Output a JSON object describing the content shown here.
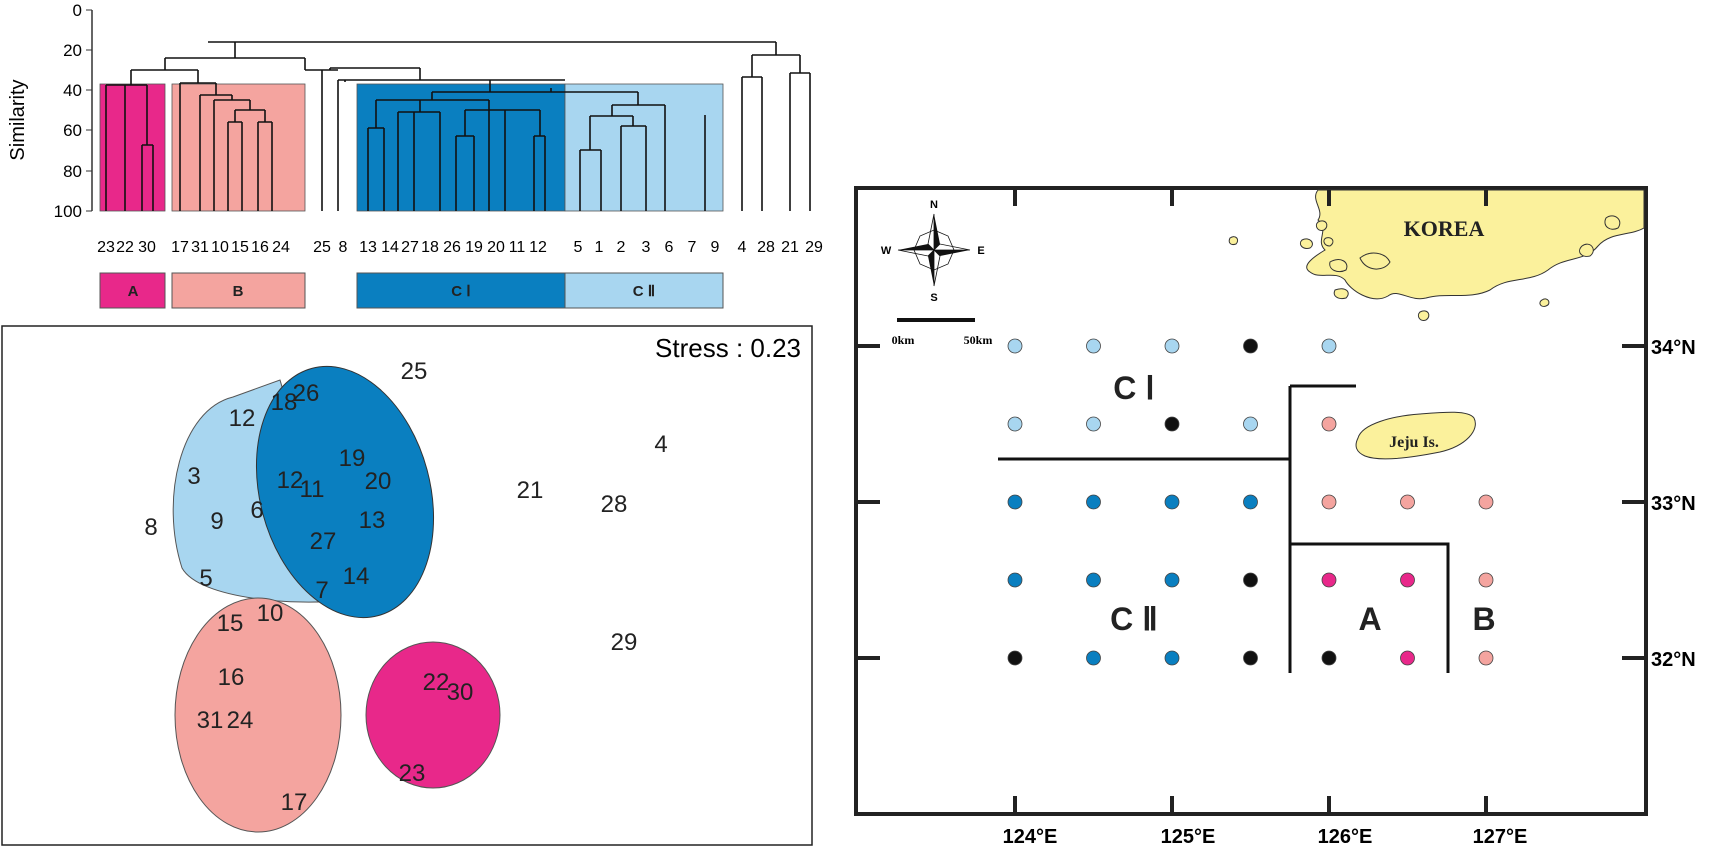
{
  "dendrogram": {
    "y_axis_label": "Similarity",
    "y_ticks": [
      "0",
      "20",
      "40",
      "60",
      "80",
      "100"
    ],
    "leaf_labels": [
      "23",
      "22",
      "30",
      "17",
      "31",
      "10",
      "15",
      "16",
      "24",
      "25",
      "8",
      "13",
      "14",
      "27",
      "18",
      "26",
      "19",
      "20",
      "11",
      "12",
      "5",
      "1",
      "2",
      "3",
      "6",
      "7",
      "9",
      "4",
      "28",
      "21",
      "29"
    ],
    "groups": [
      {
        "id": "A",
        "label": "A",
        "color": "#e8288a"
      },
      {
        "id": "B",
        "label": "B",
        "color": "#f4a49f"
      },
      {
        "id": "CI",
        "label": "C Ⅰ",
        "color": "#0a7fc0"
      },
      {
        "id": "CII",
        "label": "C Ⅱ",
        "color": "#a8d6f0"
      }
    ]
  },
  "mds": {
    "stress_label": "Stress : 0.23",
    "points": [
      {
        "label": "25"
      },
      {
        "label": "4"
      },
      {
        "label": "26"
      },
      {
        "label": "18"
      },
      {
        "label": "12"
      },
      {
        "label": "19"
      },
      {
        "label": "3"
      },
      {
        "label": "12"
      },
      {
        "label": "11"
      },
      {
        "label": "20"
      },
      {
        "label": "21"
      },
      {
        "label": "28"
      },
      {
        "label": "8"
      },
      {
        "label": "9"
      },
      {
        "label": "6"
      },
      {
        "label": "13"
      },
      {
        "label": "27"
      },
      {
        "label": "5"
      },
      {
        "label": "14"
      },
      {
        "label": "7"
      },
      {
        "label": "10"
      },
      {
        "label": "15"
      },
      {
        "label": "29"
      },
      {
        "label": "16"
      },
      {
        "label": "22"
      },
      {
        "label": "30"
      },
      {
        "label": "31"
      },
      {
        "label": "24"
      },
      {
        "label": "23"
      },
      {
        "label": "17"
      }
    ]
  },
  "map": {
    "country_label": "KOREA",
    "island_label": "Jeju Is.",
    "compass": {
      "n": "N",
      "s": "S",
      "e": "E",
      "w": "W"
    },
    "scale_labels": [
      "0km",
      "50km"
    ],
    "lat_labels": [
      "34°N",
      "33°N",
      "32°N"
    ],
    "lon_labels": [
      "124°E",
      "125°E",
      "126°E",
      "127°E"
    ],
    "region_labels": {
      "ci": "C Ⅰ",
      "cii": "C Ⅱ",
      "a": "A",
      "b": "B"
    },
    "stations": [
      {
        "lon": 124.0,
        "lat": 34.0,
        "group": "CII"
      },
      {
        "lon": 124.5,
        "lat": 34.0,
        "group": "CII"
      },
      {
        "lon": 125.0,
        "lat": 34.0,
        "group": "CII"
      },
      {
        "lon": 125.5,
        "lat": 34.0,
        "group": "none"
      },
      {
        "lon": 126.0,
        "lat": 34.0,
        "group": "CII"
      },
      {
        "lon": 124.0,
        "lat": 33.5,
        "group": "CII"
      },
      {
        "lon": 124.5,
        "lat": 33.5,
        "group": "CII"
      },
      {
        "lon": 125.0,
        "lat": 33.5,
        "group": "none"
      },
      {
        "lon": 125.5,
        "lat": 33.5,
        "group": "CII"
      },
      {
        "lon": 126.0,
        "lat": 33.5,
        "group": "B"
      },
      {
        "lon": 124.0,
        "lat": 33.0,
        "group": "CI"
      },
      {
        "lon": 124.5,
        "lat": 33.0,
        "group": "CI"
      },
      {
        "lon": 125.0,
        "lat": 33.0,
        "group": "CI"
      },
      {
        "lon": 125.5,
        "lat": 33.0,
        "group": "CI"
      },
      {
        "lon": 126.0,
        "lat": 33.0,
        "group": "B"
      },
      {
        "lon": 126.5,
        "lat": 33.0,
        "group": "B"
      },
      {
        "lon": 127.0,
        "lat": 33.0,
        "group": "B"
      },
      {
        "lon": 124.0,
        "lat": 32.5,
        "group": "CI"
      },
      {
        "lon": 124.5,
        "lat": 32.5,
        "group": "CI"
      },
      {
        "lon": 125.0,
        "lat": 32.5,
        "group": "CI"
      },
      {
        "lon": 125.5,
        "lat": 32.5,
        "group": "none"
      },
      {
        "lon": 126.0,
        "lat": 32.5,
        "group": "A"
      },
      {
        "lon": 126.5,
        "lat": 32.5,
        "group": "A"
      },
      {
        "lon": 127.0,
        "lat": 32.5,
        "group": "B"
      },
      {
        "lon": 124.0,
        "lat": 32.0,
        "group": "none"
      },
      {
        "lon": 124.5,
        "lat": 32.0,
        "group": "CI"
      },
      {
        "lon": 125.0,
        "lat": 32.0,
        "group": "CI"
      },
      {
        "lon": 125.5,
        "lat": 32.0,
        "group": "none"
      },
      {
        "lon": 126.0,
        "lat": 32.0,
        "group": "none"
      },
      {
        "lon": 126.5,
        "lat": 32.0,
        "group": "A"
      },
      {
        "lon": 127.0,
        "lat": 32.0,
        "group": "B"
      }
    ]
  },
  "colors": {
    "A": "#e8288a",
    "B": "#f4a49f",
    "CI": "#0a7fc0",
    "CII": "#a8d6f0",
    "none": "#111111",
    "land": "#fbf19c"
  }
}
